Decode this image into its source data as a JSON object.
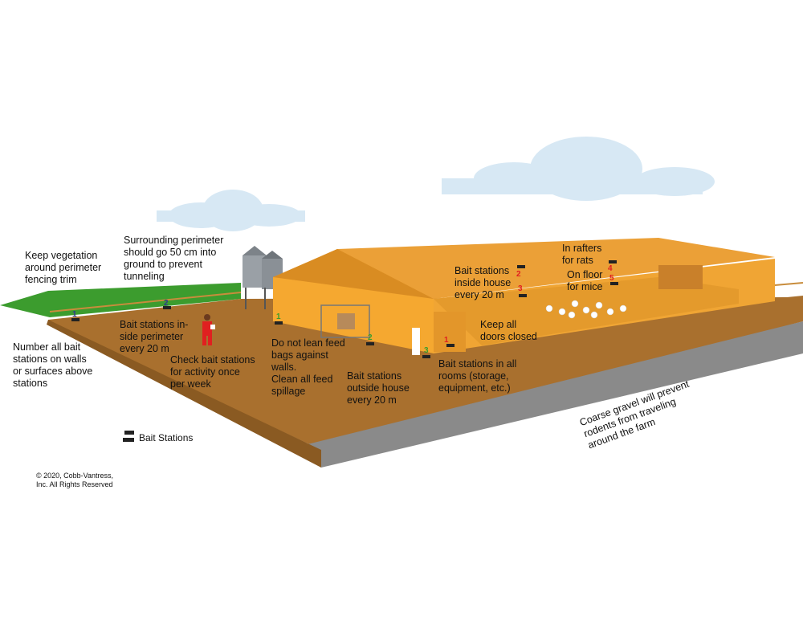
{
  "labels": {
    "vegetation": "Keep vegetation\naround perimeter\nfencing trim",
    "perimeter": "Surrounding perimeter\nshould go 50 cm into\nground to prevent\ntunneling",
    "number_bait": "Number all bait\nstations on walls\nor surfaces above\nstations",
    "inside_perimeter": "Bait stations in-\nside perimeter\nevery 20 m",
    "check_activity": "Check bait stations\nfor activity once\nper week",
    "feed_bags": "Do not lean feed\nbags against\nwalls.\nClean all feed\nspillage",
    "outside_house": "Bait stations\noutside house\nevery 20 m",
    "all_rooms": "Bait stations in all\nrooms (storage,\nequipment, etc.)",
    "doors": "Keep all\ndoors closed",
    "inside_house": "Bait stations\ninside house\nevery 20 m",
    "rafters": "In rafters\nfor rats",
    "floor": "On floor\nfor mice",
    "gravel": "Coarse gravel will prevent\nrodents from traveling\naround  the farm"
  },
  "legend": {
    "label": "Bait Stations"
  },
  "copyright": "© 2020, Cobb-Vantress,\nInc. All Rights Reserved",
  "station_numbers": {
    "perimeter_1": "1",
    "perimeter_2": "2",
    "outside_1": "1",
    "outside_2": "2",
    "outside_3": "3",
    "room_1": "1",
    "inside_2": "2",
    "inside_3": "3",
    "inside_4": "4",
    "inside_5": "5"
  },
  "colors": {
    "ground": "#a9702e",
    "building": "#f5a830",
    "building_dark": "#d98c22",
    "gravel": "#8a8a8a",
    "grass": "#3c9c2e",
    "cloud": "#d7e8f4",
    "perimeter_num": "#2e3a8c",
    "outside_num": "#3c9c2e",
    "inside_num": "#e02020"
  }
}
